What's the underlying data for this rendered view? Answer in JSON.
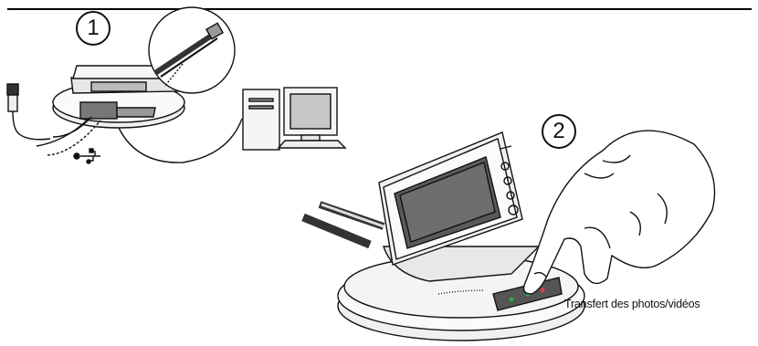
{
  "step1": {
    "number": "1"
  },
  "step2": {
    "number": "2"
  },
  "caption": "Transfert des photos/vidéos",
  "icons": {
    "usb": "usb-icon",
    "computer": "computer-icon",
    "dock": "camera-dock-icon",
    "camera": "camera-icon",
    "hand": "hand-pressing-button-icon"
  },
  "colors": {
    "line": "#111111",
    "fill_light": "#f2f2f2",
    "fill_mid": "#d4d4d4",
    "fill_dark": "#5a5a5a",
    "led_green": "#2ea84a"
  }
}
